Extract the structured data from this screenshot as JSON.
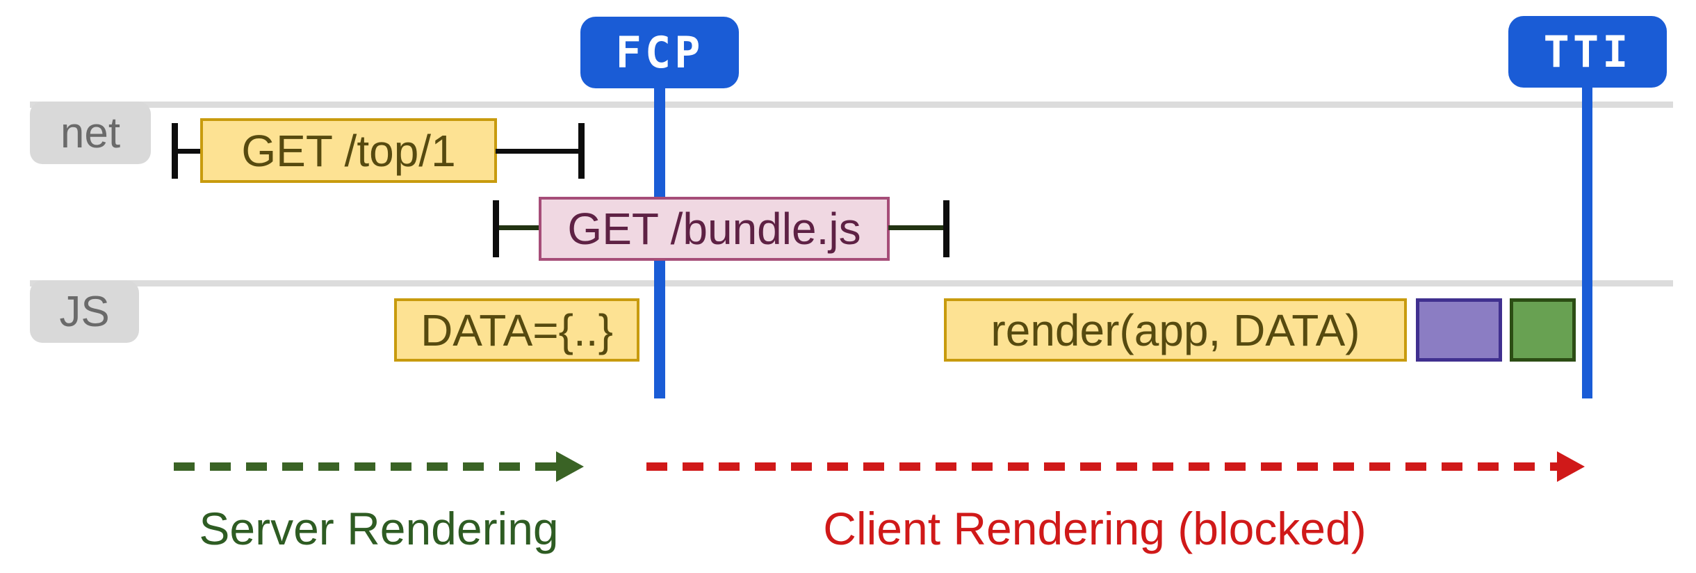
{
  "diagram": {
    "lanes": {
      "net": {
        "label": "net"
      },
      "js": {
        "label": "JS"
      }
    },
    "markers": {
      "fcp": {
        "label": "FCP",
        "color": "#1a5cd6"
      },
      "tti": {
        "label": "TTI",
        "color": "#1a5cd6"
      }
    },
    "network": {
      "top_request": {
        "label": "GET /top/1",
        "fill": "#fde293",
        "border": "#c89b0e"
      },
      "bundle_request": {
        "label": "GET /bundle.js",
        "fill": "#f0d8e2",
        "border": "#a64d78"
      }
    },
    "js_tasks": {
      "data": {
        "label": "DATA={..}",
        "fill": "#fde293",
        "border": "#c89b0e"
      },
      "render": {
        "label": "render(app, DATA)",
        "fill": "#fde293",
        "border": "#c89b0e"
      },
      "purple_task": {
        "label": "",
        "fill": "#8b7dc3",
        "border": "#40308f"
      },
      "green_task": {
        "label": "",
        "fill": "#68a152",
        "border": "#2c4d14"
      }
    },
    "phases": {
      "server": {
        "label": "Server Rendering",
        "color": "#2e5c23"
      },
      "client": {
        "label": "Client Rendering (blocked)",
        "color": "#d01919"
      }
    }
  }
}
